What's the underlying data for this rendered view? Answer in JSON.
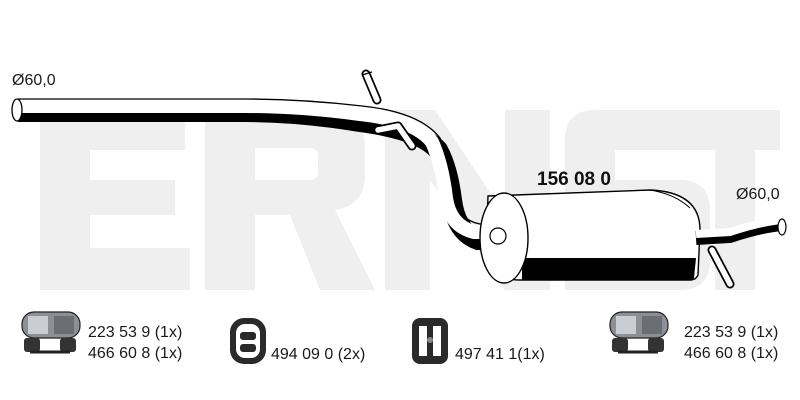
{
  "watermark": {
    "text": "ERNST",
    "color": "#efefef"
  },
  "pipe_colors": {
    "outline": "#000000",
    "fill": "#ffffff",
    "shadow": "#000000"
  },
  "main_part_number": "156 08 0",
  "diameter_left": "Ø60,0",
  "diameter_right": "Ø60,0",
  "accessories": [
    {
      "icon": "pipe-clamp-icon",
      "lines": [
        "223 53 9 (1x)",
        "466 60 8 (1x)"
      ]
    },
    {
      "icon": "rubber-hanger-icon",
      "lines": [
        "494 09 0 (2x)"
      ]
    },
    {
      "icon": "rubber-mount-icon",
      "lines": [
        "497 41 1(1x)"
      ]
    },
    {
      "icon": "pipe-clamp-icon",
      "lines": [
        "223 53 9 (1x)",
        "466 60 8 (1x)"
      ]
    }
  ]
}
